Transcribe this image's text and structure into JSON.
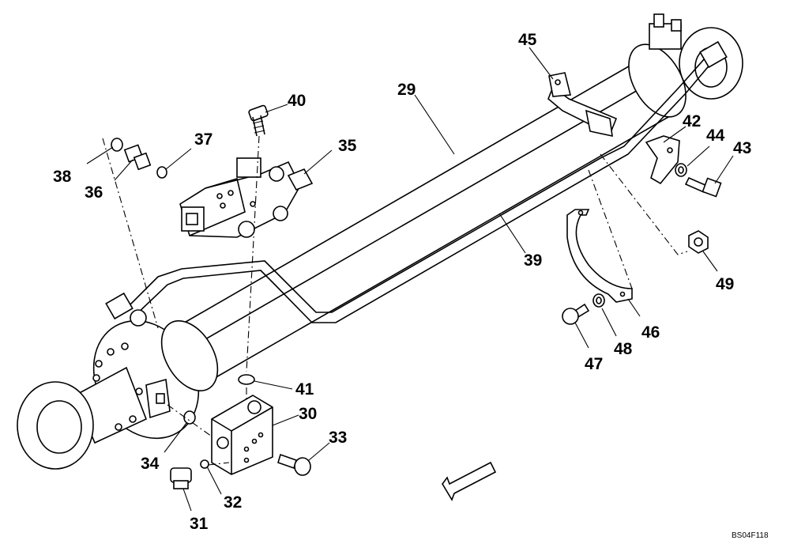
{
  "figure_code": "BS04F118",
  "parts": [
    {
      "id": "29",
      "name": "cylinder"
    },
    {
      "id": "30",
      "name": "valve-block"
    },
    {
      "id": "31",
      "name": "plug"
    },
    {
      "id": "32",
      "name": "o-ring"
    },
    {
      "id": "33",
      "name": "bolt"
    },
    {
      "id": "34",
      "name": "o-ring"
    },
    {
      "id": "35",
      "name": "valve"
    },
    {
      "id": "36",
      "name": "connector"
    },
    {
      "id": "37",
      "name": "o-ring"
    },
    {
      "id": "38",
      "name": "o-ring"
    },
    {
      "id": "39",
      "name": "pipe"
    },
    {
      "id": "40",
      "name": "bolt"
    },
    {
      "id": "41",
      "name": "o-ring"
    },
    {
      "id": "42",
      "name": "clamp"
    },
    {
      "id": "43",
      "name": "bolt"
    },
    {
      "id": "44",
      "name": "washer"
    },
    {
      "id": "45",
      "name": "clamp"
    },
    {
      "id": "46",
      "name": "clamp"
    },
    {
      "id": "47",
      "name": "bolt"
    },
    {
      "id": "48",
      "name": "washer"
    },
    {
      "id": "49",
      "name": "nut"
    }
  ]
}
